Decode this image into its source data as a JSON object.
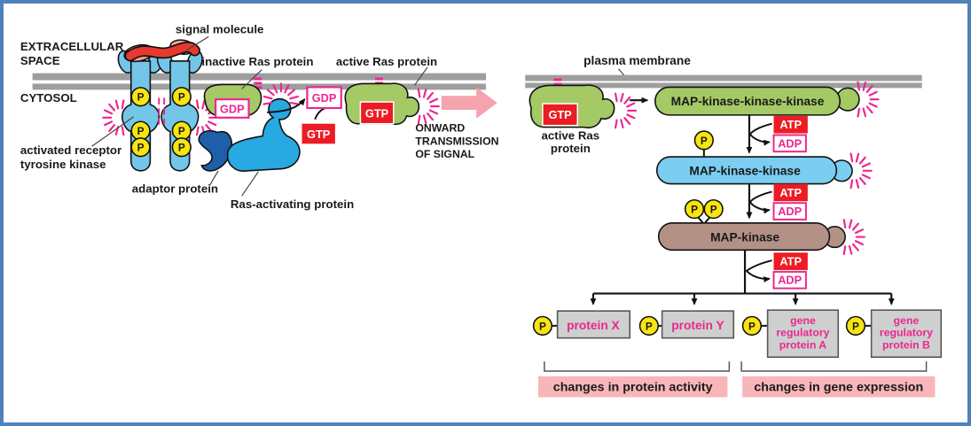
{
  "figure": {
    "description": "Ras / MAP-kinase signaling pathway diagram",
    "left_panel": "receptor activation and Ras GDP-GTP exchange",
    "right_panel": "MAP-kinase phosphorylation cascade"
  },
  "labels": {
    "signal_molecule": "signal molecule",
    "extracellular_1": "EXTRACELLULAR",
    "extracellular_2": "SPACE",
    "cytosol": "CYTOSOL",
    "inactive_ras": "inactive Ras protein",
    "active_ras": "active Ras protein",
    "activated_receptor_1": "activated receptor",
    "activated_receptor_2": "tyrosine kinase",
    "adaptor": "adaptor protein",
    "ras_activating": "Ras-activating protein",
    "onward_1": "ONWARD",
    "onward_2": "TRANSMISSION",
    "onward_3": "OF SIGNAL",
    "plasma_membrane": "plasma membrane",
    "active_ras_r1": "active Ras",
    "active_ras_r2": "protein",
    "mapkkk": "MAP-kinase-kinase-kinase",
    "mapkk": "MAP-kinase-kinase",
    "mapk": "MAP-kinase",
    "protein_x": "protein X",
    "protein_y": "protein Y",
    "gene_a_1": "gene",
    "gene_a_2": "regulatory",
    "gene_a_3": "protein A",
    "gene_b_1": "gene",
    "gene_b_2": "regulatory",
    "gene_b_3": "protein B",
    "changes_protein": "changes in protein activity",
    "changes_gene": "changes in gene expression"
  },
  "tokens": {
    "p": "P",
    "gdp": "GDP",
    "gtp": "GTP",
    "atp": "ATP",
    "adp": "ADP"
  },
  "colors": {
    "frame_blue": "#4f81bd",
    "membrane_gray": "#9e9e9e",
    "receptor_blue": "#74c6e9",
    "signal_red": "#e8392f",
    "signal_salmon": "#f4a692",
    "phosphate_yellow": "#f7e411",
    "ras_green": "#a4c965",
    "adaptor_blue": "#1d5fa9",
    "ras_activating_cyan": "#28a9e1",
    "mapkk_blue": "#7bcdf1",
    "mapk_brown": "#b49186",
    "magenta": "#ec268f",
    "red_box": "#ed1c24",
    "pink_arrow": "#f5a3ad",
    "box_gray": "#cdd0cf",
    "banner_pink": "#f9b6b8"
  }
}
